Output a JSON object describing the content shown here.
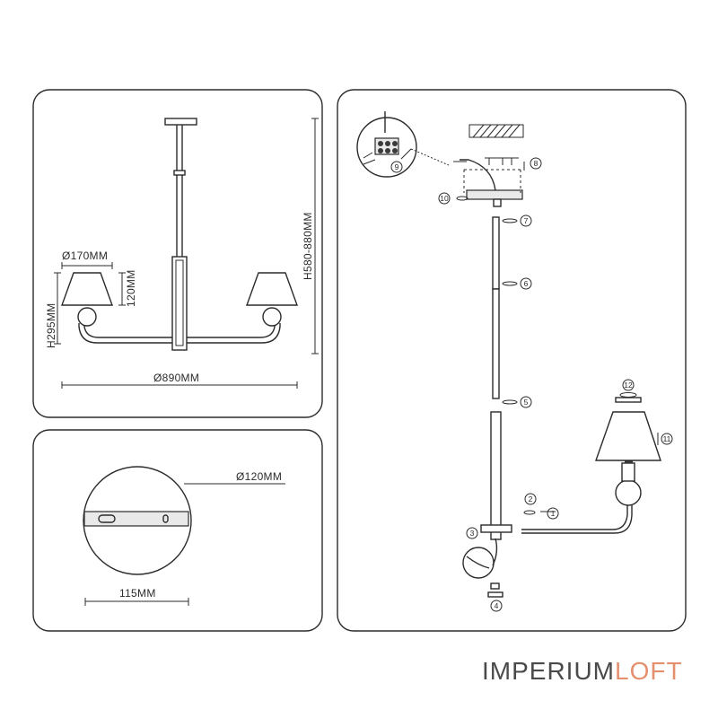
{
  "dimensions": {
    "shade_diameter": "Ø170MM",
    "shade_height": "120MM",
    "arm_height": "H295MM",
    "total_height": "H580-880MM",
    "total_width": "Ø890MM",
    "canopy_diameter": "Ø120MM",
    "plate_length": "115MM"
  },
  "steps": [
    "1",
    "2",
    "3",
    "4",
    "5",
    "6",
    "7",
    "8",
    "9",
    "10",
    "11",
    "12"
  ],
  "brand": {
    "part1": "IMPERIUM",
    "part2": "LOFT",
    "color_dark": "#4a4a4a",
    "color_accent": "#e4906f"
  },
  "colors": {
    "line": "#2b2b2b",
    "background": "#ffffff"
  }
}
